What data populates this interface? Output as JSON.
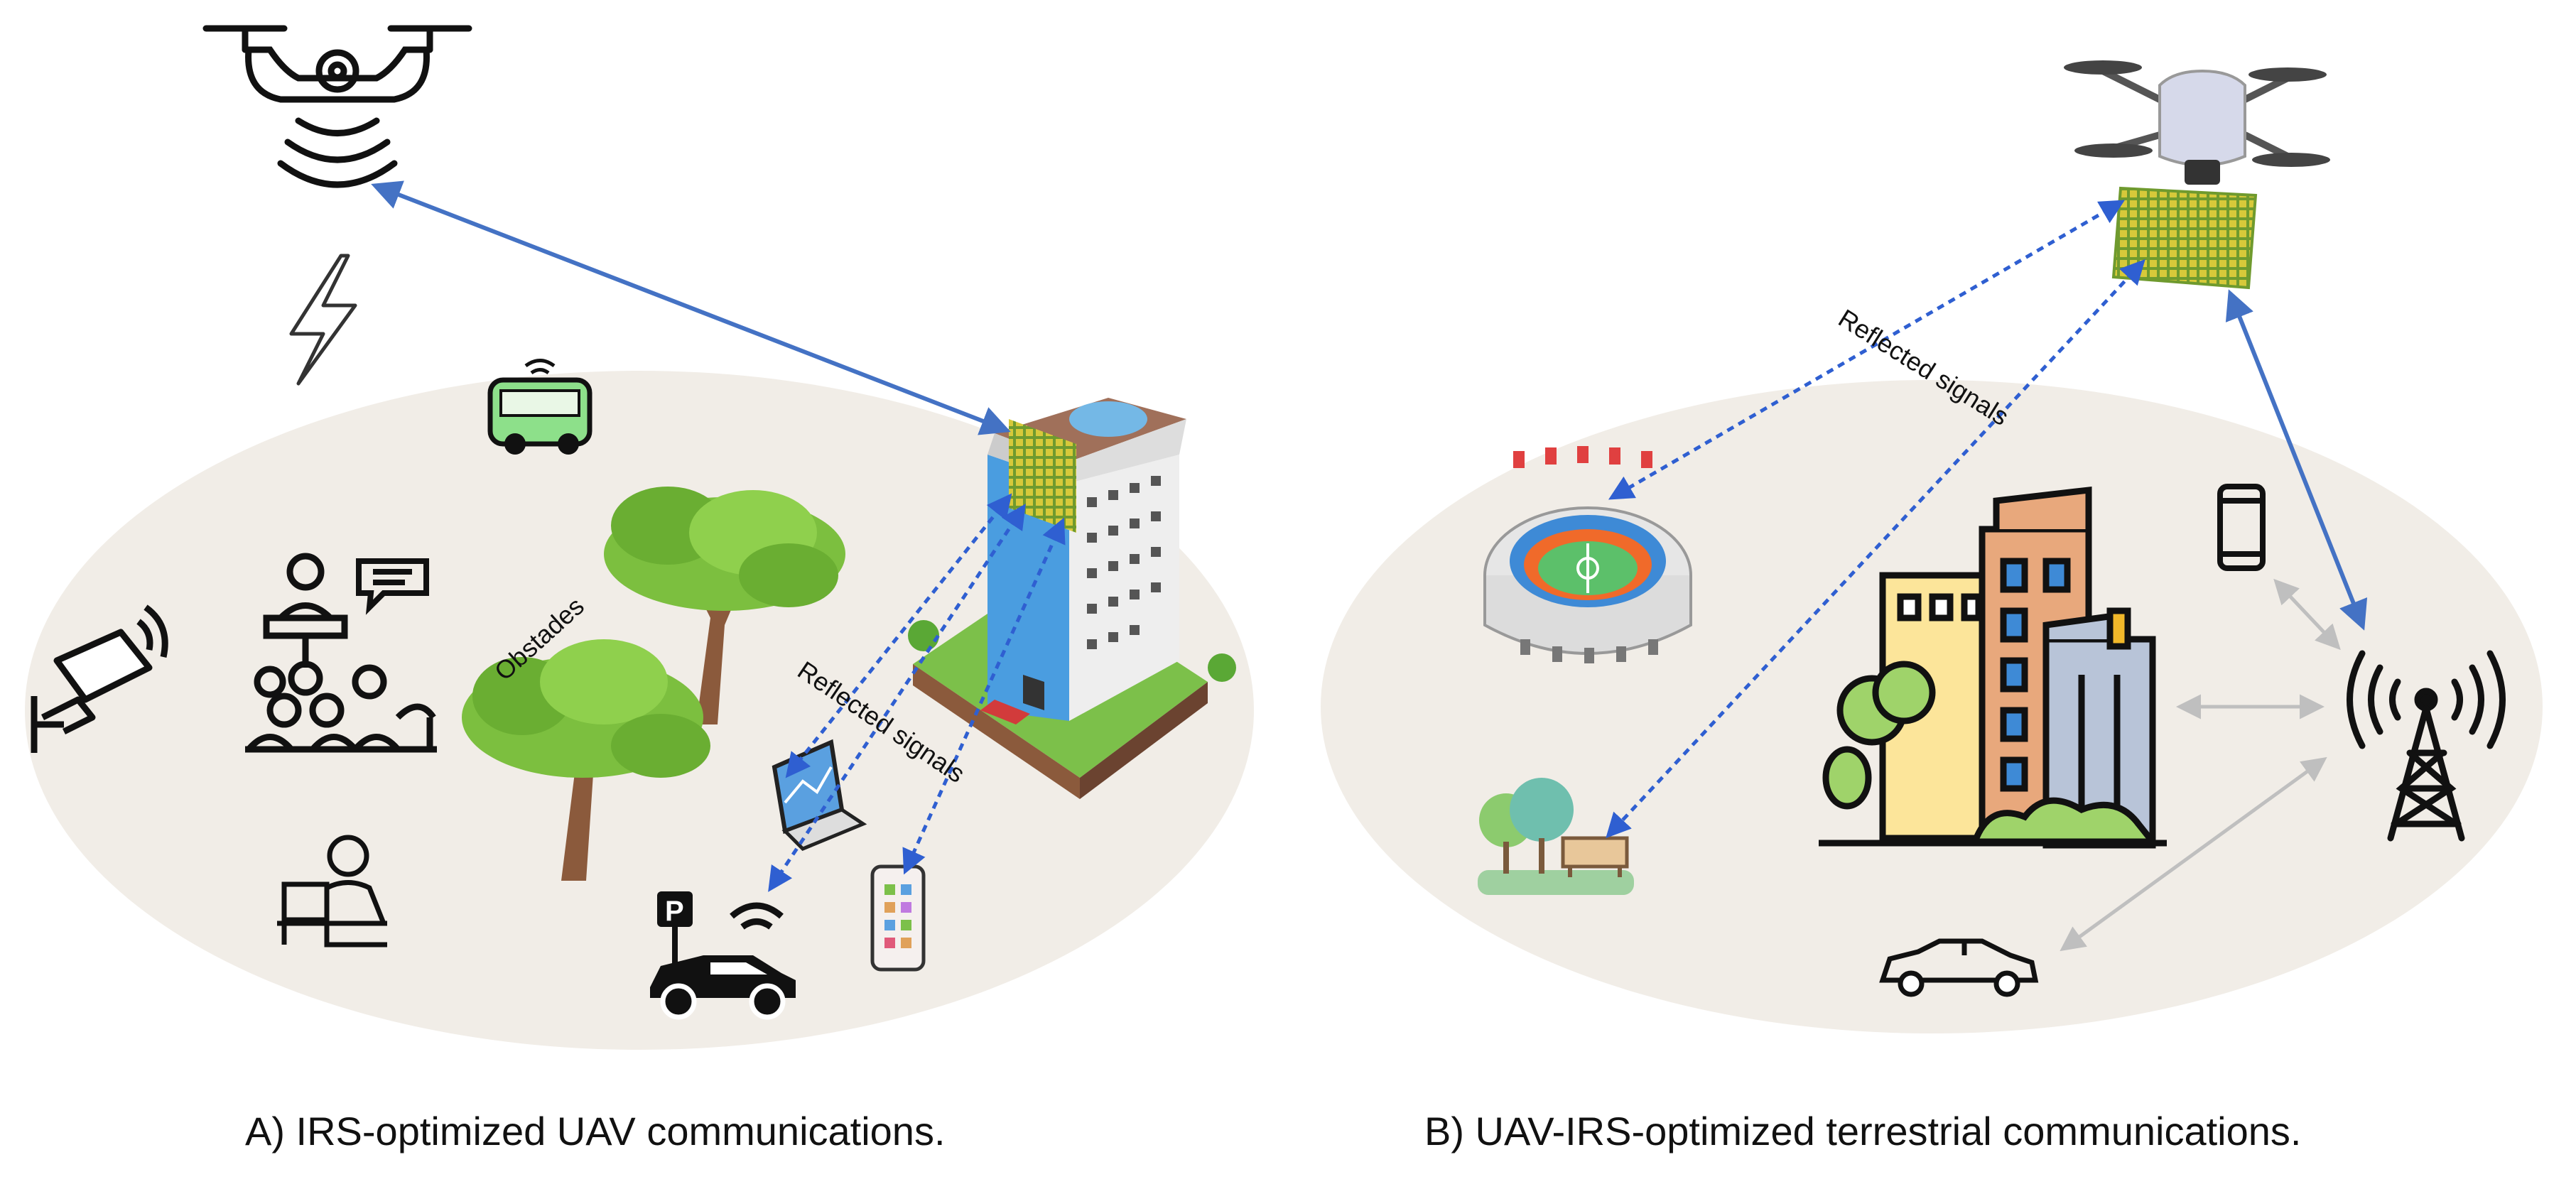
{
  "panels": {
    "a": {
      "caption": "A) IRS-optimized UAV communications.",
      "labels": {
        "obstacles": "Obstades",
        "reflected": "Reflected signals"
      },
      "icons": [
        "drone-icon",
        "lightning-icon",
        "bus-icon",
        "security-camera-icon",
        "lecture-audience-icon",
        "chat-bubble-icon",
        "tree-icon",
        "skyscraper-with-irs-icon",
        "laptop-icon",
        "parking-car-icon",
        "smartphone-icon",
        "desk-worker-icon"
      ]
    },
    "b": {
      "caption": "B) UAV-IRS-optimized terrestrial communications.",
      "labels": {
        "reflected": "Reflected signals"
      },
      "icons": [
        "uav-with-irs-icon",
        "stadium-icon",
        "park-icon",
        "city-buildings-icon",
        "smartphone-icon",
        "cell-tower-icon",
        "car-icon"
      ]
    }
  },
  "colors": {
    "ground": "#f1ede7",
    "uav_link": "#4472c4",
    "reflected_link": "#2f5fd1",
    "ground_link": "#bfbfbf",
    "tree": "#7cbf3f",
    "irs_panel": "#8fb83a"
  }
}
